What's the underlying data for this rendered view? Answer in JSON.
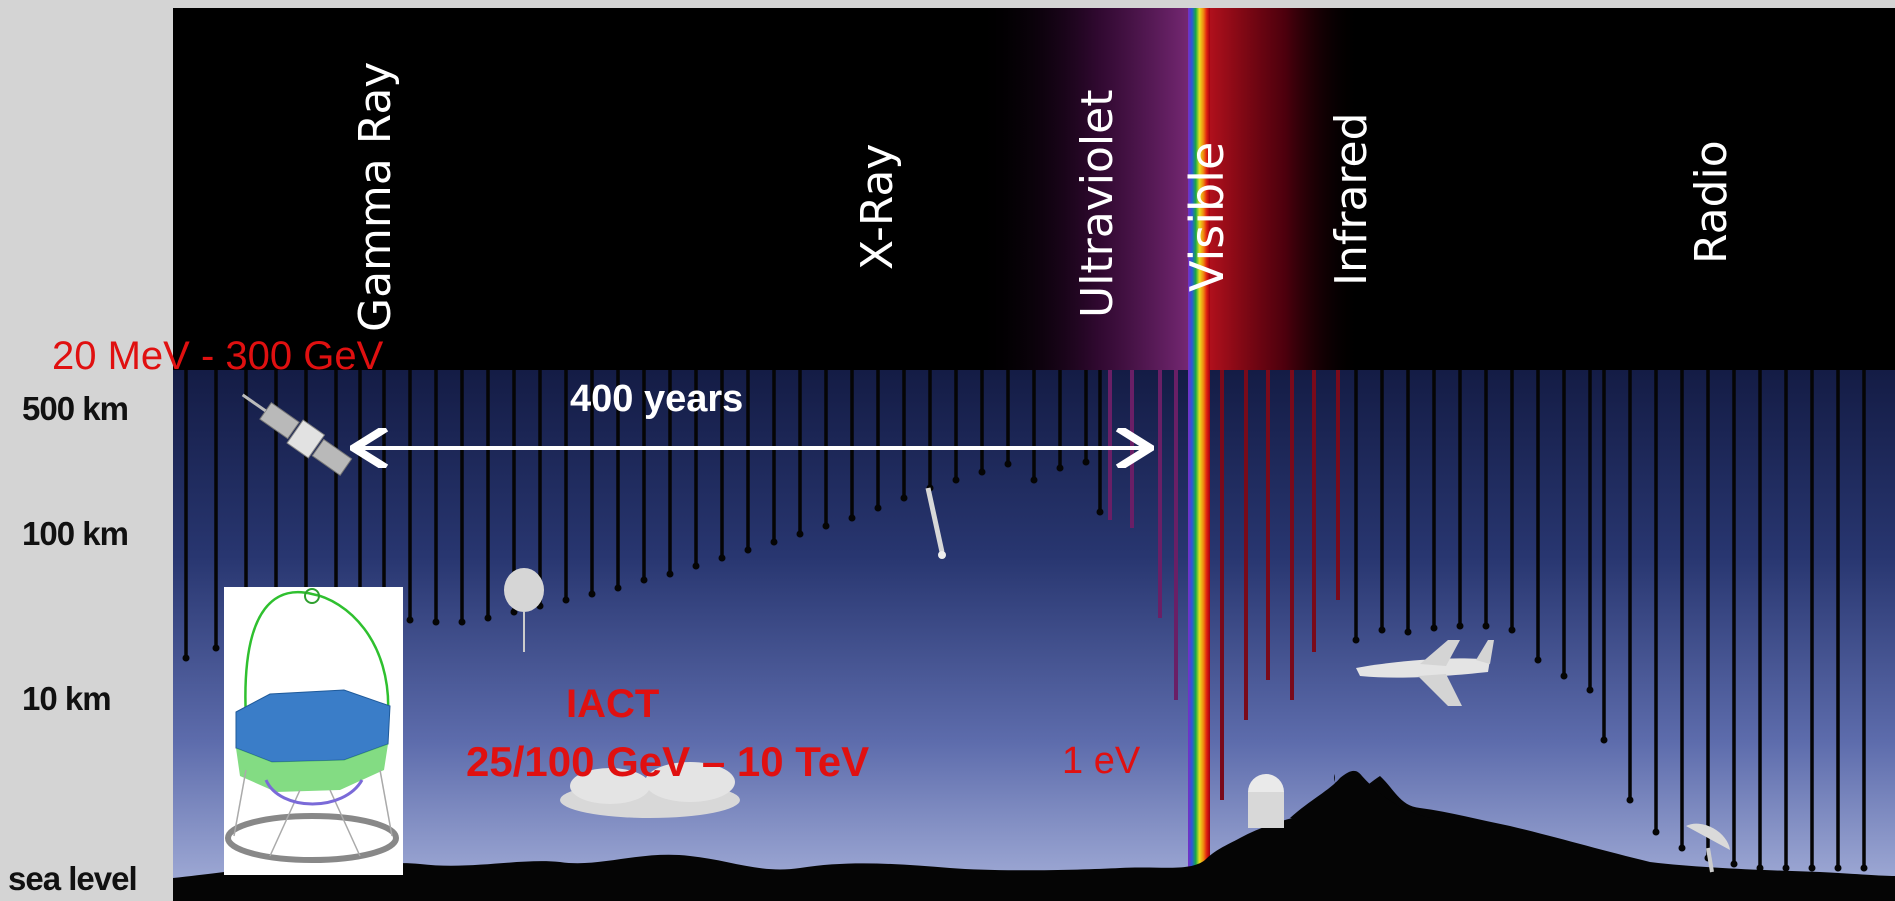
{
  "bands": [
    {
      "key": "gamma",
      "label": "Gamma Ray"
    },
    {
      "key": "xray",
      "label": "X-Ray"
    },
    {
      "key": "uv",
      "label": "Ultraviolet"
    },
    {
      "key": "visible",
      "label": "Visible"
    },
    {
      "key": "ir",
      "label": "Infrared"
    },
    {
      "key": "radio",
      "label": "Radio"
    }
  ],
  "altitudes": [
    "500 km",
    "100 km",
    "10 km",
    "sea level"
  ],
  "annotations": {
    "gamma_range": "20  MeV - 300  GeV",
    "span": "400 years",
    "iact_title": "IACT",
    "iact_range": "25/100 GeV – 10 TeV",
    "visible_energy": "1 eV"
  },
  "colors": {
    "space": "#000000",
    "sky_top": "#16204a",
    "sky_bottom": "#9aa6d2",
    "annotation_red": "#e01010",
    "ground": "#050505"
  }
}
